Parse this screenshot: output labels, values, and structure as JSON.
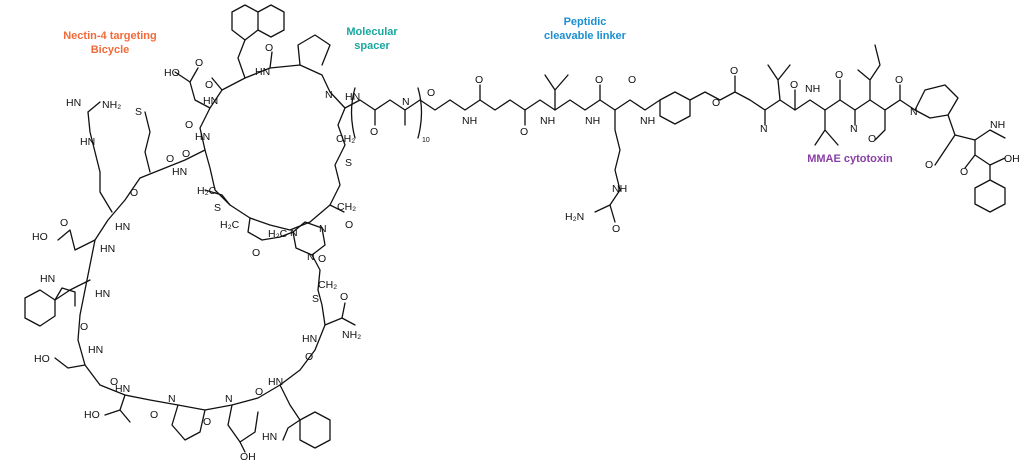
{
  "sections": {
    "bicycle": {
      "line1": "Nectin-4 targeting",
      "line2": "Bicycle",
      "color": "#f26a3a"
    },
    "spacer": {
      "line1": "Molecular",
      "line2": "spacer",
      "color": "#19a7a0"
    },
    "linker": {
      "line1": "Peptidic",
      "line2": "cleavable linker",
      "color": "#1b8fd1"
    },
    "payload": {
      "line1": "MMAE cytotoxin",
      "color": "#8a3fa6"
    }
  },
  "repeat_count": "10",
  "atom_labels": {
    "HO": "HO",
    "OH": "OH",
    "O": "O",
    "N": "N",
    "NH": "NH",
    "HN": "HN",
    "NH2": "NH₂",
    "H2N": "H₂N",
    "S": "S",
    "H2C": "H₂C",
    "CH2": "CH₂",
    "OMe": "O",
    "NHamide": "NH"
  }
}
